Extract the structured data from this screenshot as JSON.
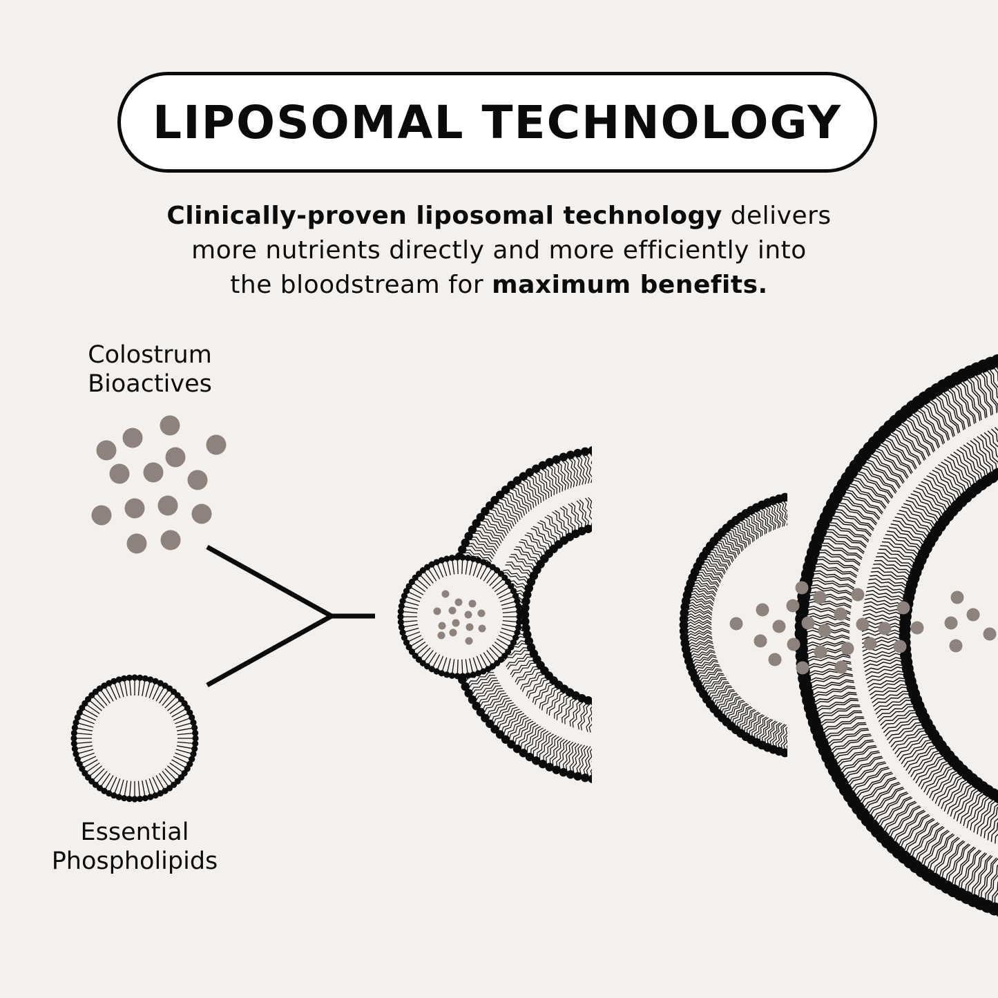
{
  "title": "LIPOSOMAL TECHNOLOGY",
  "intro": {
    "line1_bold": "Clinically-proven liposomal technology",
    "line1_rest": " delivers",
    "line2": "more nutrients directly and more efficiently into",
    "line3_normal": "the bloodstream for ",
    "line3_bold": "maximum benefits."
  },
  "labels": {
    "colostrum_line1": "Colostrum",
    "colostrum_line2": "Bioactives",
    "phospholipids_line1": "Essential",
    "phospholipids_line2": "Phospholipids"
  },
  "colors": {
    "background": "#f3f0ed",
    "ink": "#0b0b0b",
    "bioactive_dot": "#8e827c",
    "pill_fill": "#ffffff"
  }
}
